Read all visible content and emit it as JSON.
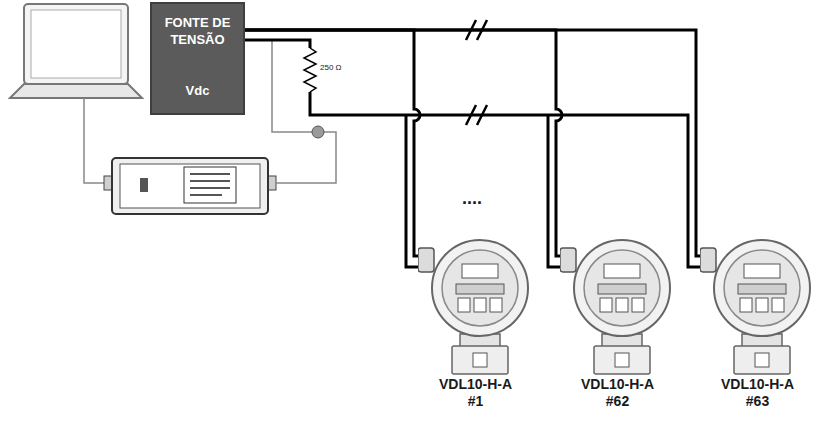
{
  "diagram": {
    "nodes": [
      {
        "text": [
          "FONTE DE TENSÃO",
          "Vdc"
        ]
      },
      {
        "text": [
          "VDL10-H-A",
          "#1"
        ]
      },
      {
        "text": [
          "VDL10-H-A",
          "#62"
        ]
      },
      {
        "text": [
          "VDL10-H-A",
          "#63"
        ]
      }
    ],
    "edges": [
      {
        "from": 0,
        "to": 1,
        "arrow": "none"
      },
      {
        "from": 0,
        "to": 2,
        "arrow": "none"
      },
      {
        "from": 0,
        "to": 3,
        "arrow": "none"
      }
    ],
    "labels": [
      "250 Ω",
      "...."
    ]
  }
}
